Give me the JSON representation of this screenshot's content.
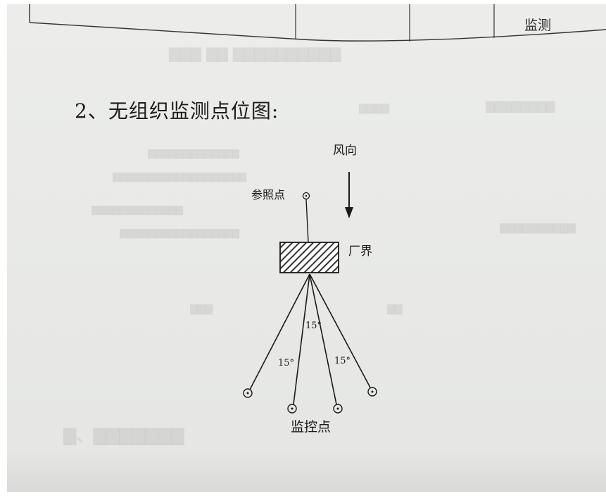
{
  "table_fragment": {
    "last_column_label": "监测"
  },
  "section": {
    "heading": "2、无组织监测点位图:"
  },
  "diagram": {
    "wind_direction_label": "风向",
    "reference_point_label": "参照点",
    "boundary_label": "厂界",
    "angle_labels": [
      "15°",
      "15°",
      "15°"
    ],
    "monitoring_points_label": "监控点",
    "monitoring_point_count": 4
  },
  "colors": {
    "paper": "#e9eae8",
    "ink": "#1a1a1a",
    "hatch": "#2a2a2a"
  }
}
